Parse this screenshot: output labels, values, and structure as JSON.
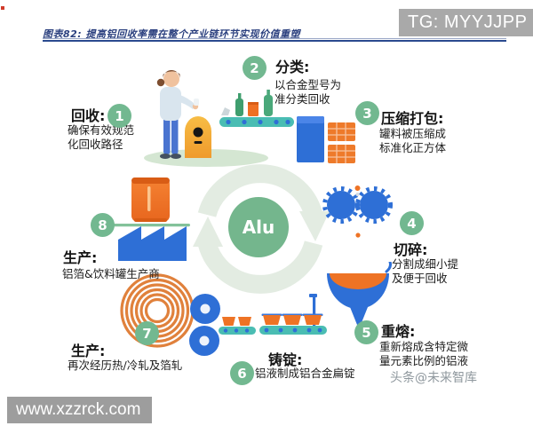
{
  "header": {
    "figure_title": "图表82: 提高铝回收率需在整个产业链环节实现价值重塑"
  },
  "watermarks": {
    "tg": "TG: MYYJJPP",
    "site": "www.xzzrck.com",
    "source": "头条@未来智库"
  },
  "center": {
    "label": "Alu"
  },
  "steps": [
    {
      "num": "1",
      "title": "回收:",
      "desc": "确保有效规范\n化回收路径"
    },
    {
      "num": "2",
      "title": "分类:",
      "desc": "以合金型号为\n准分类回收"
    },
    {
      "num": "3",
      "title": "压缩打包:",
      "desc": "罐料被压缩成\n标准化正方体"
    },
    {
      "num": "4",
      "title": "切碎:",
      "desc": "分割成细小提\n及便于回收"
    },
    {
      "num": "5",
      "title": "重熔:",
      "desc": "重新熔成含特定微\n量元素比例的铝液"
    },
    {
      "num": "6",
      "title": "铸锭:",
      "desc": "铝液制成铝合金扁锭"
    },
    {
      "num": "7",
      "title": "生产:",
      "desc": "再次经历热/冷轧及箔轧"
    },
    {
      "num": "8",
      "title": "生产:",
      "desc": "铝箔&饮料罐生产商"
    }
  ],
  "icons": {
    "recycle-arrows-icon": "pale green circular cycle arrows",
    "person-with-bin-icon": "woman dropping can into yellow bin",
    "conveyor-bottles-icon": "teal conveyor with bottles and can",
    "bale-cube-icon": "blue compressed cube and orange bales",
    "shredder-gears-icon": "two blue shredder gears",
    "crucible-icon": "blue crucible with molten aluminium",
    "ingot-conveyor-icon": "conveyor with orange ingot moulds",
    "coil-icon": "orange aluminium coil",
    "rolling-mill-icon": "blue rollers and ingot conveyor",
    "can-factory-icon": "orange can above blue factory"
  },
  "colors": {
    "badge_green": "#72b890",
    "arrow_light_green": "#e3ece2",
    "alu_green": "#74b68d",
    "conveyor_teal": "#4abdb3",
    "machine_blue": "#2e6fd6",
    "aluminium_orange": "#ee7325",
    "bin_yellow": "#f2ab37",
    "header_rule_navy": "#2a4a8f",
    "watermark_gray": "#a9a9a9"
  }
}
